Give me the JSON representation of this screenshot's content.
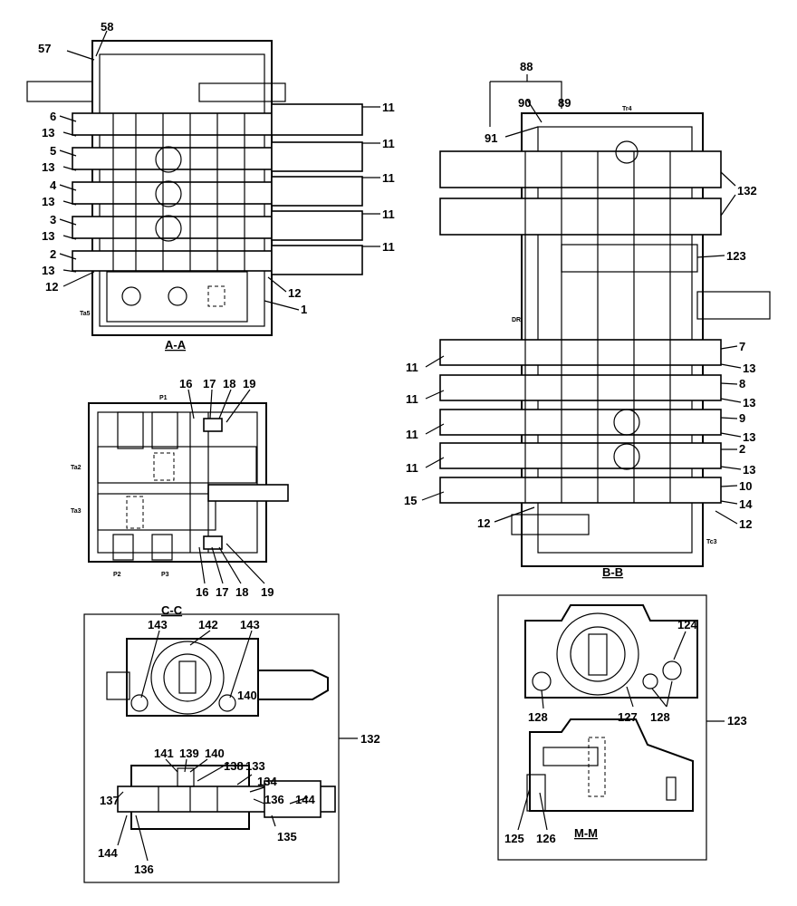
{
  "sections": {
    "aa": "A-A",
    "bb": "B-B",
    "cc": "C-C",
    "mm": "M-M"
  },
  "small_labels": {
    "ta5": "Ta5",
    "tr4": "Tr4",
    "dr": "DR",
    "tc3": "Tc3",
    "p1": "P1",
    "ta2": "Ta2",
    "ta3": "Ta3",
    "p2": "P2",
    "p3": "P3"
  },
  "labels_aa": {
    "l58": "58",
    "l57": "57",
    "l6": "6",
    "l13a": "13",
    "l5": "5",
    "l13b": "13",
    "l4": "4",
    "l13c": "13",
    "l3": "3",
    "l13d": "13",
    "l2": "2",
    "l13e": "13",
    "l12a": "12",
    "l11a": "11",
    "l11b": "11",
    "l11c": "11",
    "l11d": "11",
    "l11e": "11",
    "l12b": "12",
    "l1": "1"
  },
  "labels_bb": {
    "l88": "88",
    "l90": "90",
    "l89": "89",
    "l91": "91",
    "l132": "132",
    "l123": "123",
    "l7": "7",
    "l13a": "13",
    "l8": "8",
    "l13b": "13",
    "l9": "9",
    "l13c": "13",
    "l2": "2",
    "l13d": "13",
    "l10": "10",
    "l14": "14",
    "l12a": "12",
    "l11a": "11",
    "l11b": "11",
    "l11c": "11",
    "l11d": "11",
    "l15": "15",
    "l12b": "12"
  },
  "labels_cc": {
    "l16a": "16",
    "l17a": "17",
    "l18a": "18",
    "l19a": "19",
    "l16b": "16",
    "l17b": "17",
    "l18b": "18",
    "l19b": "19"
  },
  "labels_132": {
    "l143a": "143",
    "l142": "142",
    "l143b": "143",
    "l140a": "140",
    "l141": "141",
    "l139": "139",
    "l140b": "140",
    "l138": "138",
    "l133": "133",
    "l134": "134",
    "l137": "137",
    "l136a": "136",
    "l144a": "144",
    "l144b": "144",
    "l136b": "136",
    "l135": "135",
    "l132": "132"
  },
  "labels_123": {
    "l124": "124",
    "l128a": "128",
    "l127": "127",
    "l128b": "128",
    "l123": "123",
    "l125": "125",
    "l126": "126"
  }
}
